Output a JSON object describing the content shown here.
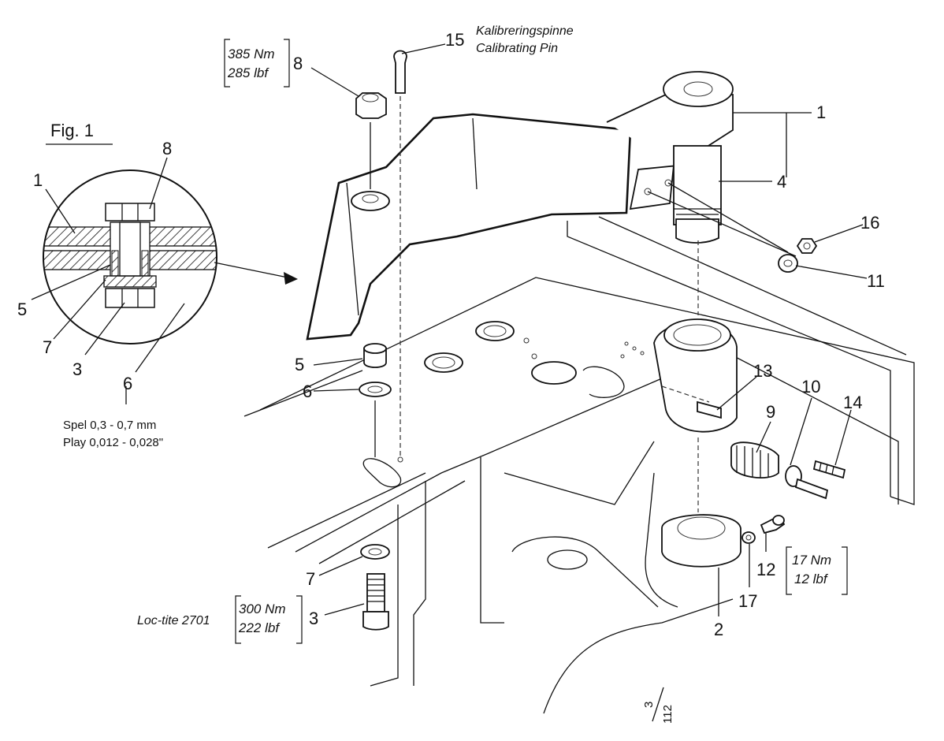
{
  "figure": {
    "title": "Fig. 1"
  },
  "callouts": {
    "c1_main": "1",
    "c4": "4",
    "c16": "16",
    "c11": "11",
    "c13": "13",
    "c10": "10",
    "c9": "9",
    "c14": "14",
    "c12": "12",
    "c17": "17",
    "c2": "2",
    "c8_main": "8",
    "c15": "15",
    "c5_main": "5",
    "c6_main": "6",
    "c7_main": "7",
    "c3_main": "3",
    "c1_detail": "1",
    "c8_detail": "8",
    "c5_detail": "5",
    "c7_detail": "7",
    "c3_detail": "3",
    "c6_detail": "6"
  },
  "pin_label": {
    "line1": "Kalibreringspinne",
    "line2": "Calibrating Pin"
  },
  "torques": {
    "nut8": {
      "nm": "385 Nm",
      "lbf": "285 lbf"
    },
    "bolt3": {
      "nm": "300 Nm",
      "lbf": "222 lbf"
    },
    "screw12": {
      "nm": "17 Nm",
      "lbf": "12 lbf"
    }
  },
  "loctite": "Loc-tite 2701",
  "play": {
    "line1": "Spel 0,3 - 0,7 mm",
    "line2": "Play 0,012 - 0,028\""
  },
  "page_ref": {
    "num": "3",
    "den": "112"
  }
}
